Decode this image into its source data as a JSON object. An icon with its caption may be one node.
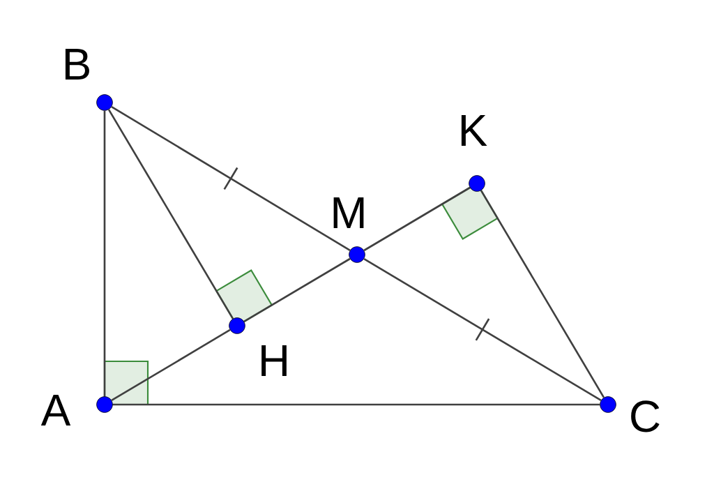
{
  "diagram": {
    "nodes": [
      {
        "text": [
          "A"
        ]
      },
      {
        "text": [
          "B"
        ]
      },
      {
        "text": [
          "C"
        ]
      },
      {
        "text": [
          "H"
        ]
      },
      {
        "text": [
          "M"
        ]
      },
      {
        "text": [
          "K"
        ]
      }
    ],
    "edges": [
      {
        "from": 0,
        "to": 1,
        "arrow": "none"
      },
      {
        "from": 0,
        "to": 2,
        "arrow": "none"
      },
      {
        "from": 1,
        "to": 4,
        "arrow": "none"
      },
      {
        "from": 4,
        "to": 2,
        "arrow": "none"
      },
      {
        "from": 1,
        "to": 3,
        "arrow": "none"
      },
      {
        "from": 0,
        "to": 3,
        "arrow": "none"
      },
      {
        "from": 3,
        "to": 4,
        "arrow": "none"
      },
      {
        "from": 4,
        "to": 5,
        "arrow": "none"
      },
      {
        "from": 5,
        "to": 2,
        "arrow": "none"
      }
    ]
  }
}
